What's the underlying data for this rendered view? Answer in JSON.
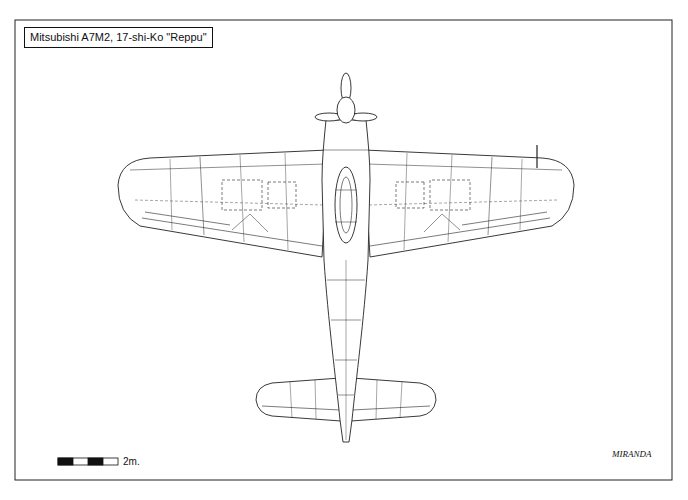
{
  "diagram": {
    "nodes": [
      {
        "text": [
          "Mitsubishi A7M2, 17-shi-Ko \"Reppu\""
        ]
      }
    ],
    "labels": [
      "2m.",
      "MIRANDA"
    ]
  }
}
